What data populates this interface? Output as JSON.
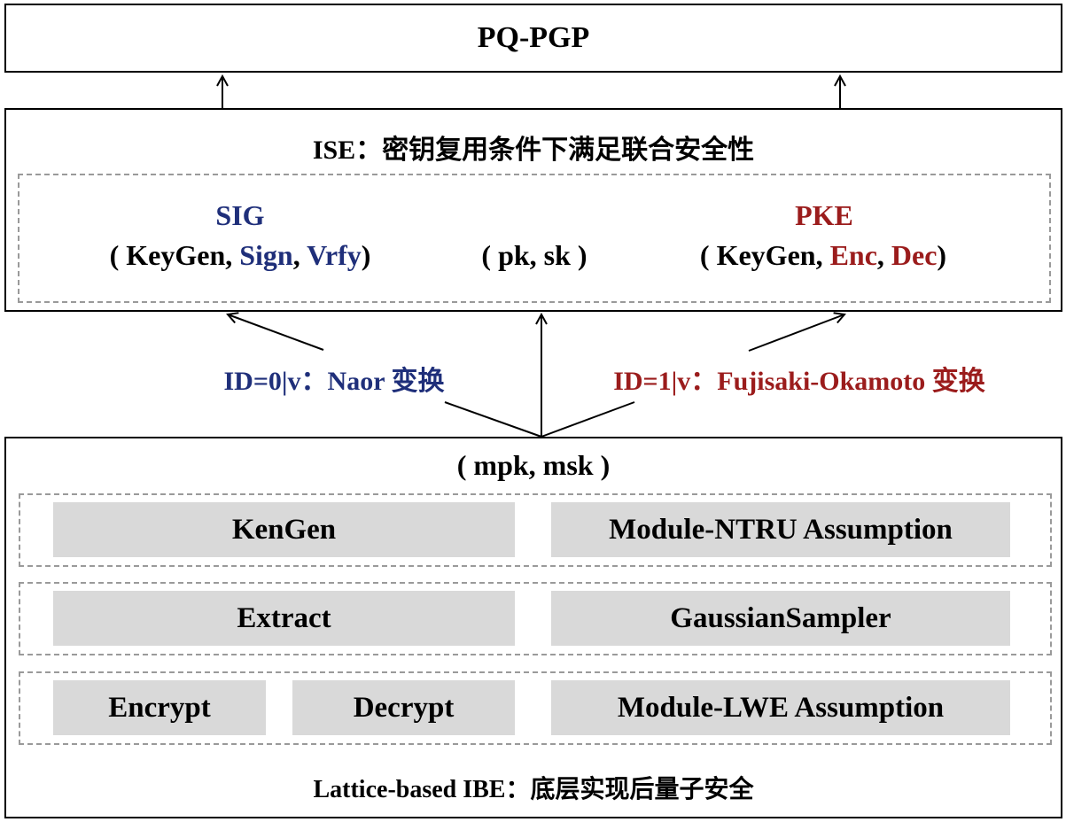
{
  "top": {
    "title": "PQ-PGP"
  },
  "ise": {
    "prefix": "ISE",
    "colon": "：",
    "desc": "密钥复用条件下满足联合安全性",
    "sig": {
      "title": "SIG",
      "open": "( KeyGen,  ",
      "sign": "Sign",
      "comma": ", ",
      "vrfy": "Vrfy",
      "close": ")"
    },
    "keys": "( pk, sk )",
    "pke": {
      "title": "PKE",
      "open": "( KeyGen,  ",
      "enc": "Enc",
      "comma": ", ",
      "dec": "Dec",
      "close": ")"
    }
  },
  "transforms": {
    "left": {
      "id": "ID=0|v",
      "colon": "：",
      "name": "Naor ",
      "suffix": "变换"
    },
    "right": {
      "id": "ID=1|v",
      "colon": "：",
      "name": "Fujisaki-Okamoto ",
      "suffix": "变换"
    }
  },
  "ibe": {
    "keys": "( mpk, msk )",
    "row1": [
      "KenGen",
      "Module-NTRU Assumption"
    ],
    "row2": [
      "Extract",
      "GaussianSampler"
    ],
    "row3": [
      "Encrypt",
      "Decrypt",
      "Module-LWE Assumption"
    ],
    "footer_prefix": "Lattice-based IBE",
    "footer_colon": "：",
    "footer_desc": "底层实现后量子安全"
  },
  "colors": {
    "sig_blue": "#1f2f7a",
    "pke_red": "#9b1c1c",
    "gray_fill": "#d9d9d9",
    "dash_gray": "#9a9a9a"
  }
}
